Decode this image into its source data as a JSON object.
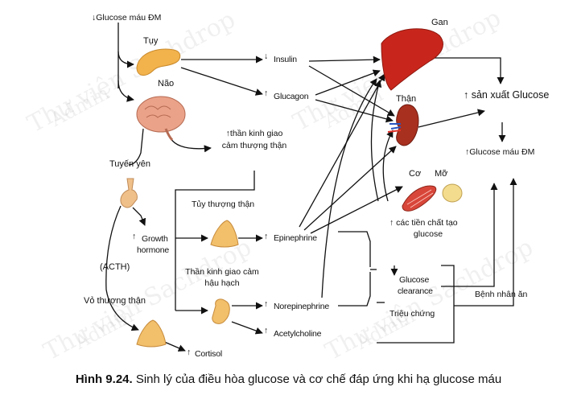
{
  "labels": {
    "glucose_dm_low": "↓Glucose máu ĐM",
    "tuy": "Tụy",
    "nao": "Não",
    "tuyen_yen": "Tuyến yên",
    "acth": "(ACTH)",
    "vo_thuong_than": "Vỏ thượng thận",
    "insulin": "Insulin",
    "glucagon": "Glucagon",
    "tkgc_line1": "↑thần kinh giao",
    "tkgc_line2": "cảm thượng thận",
    "tuy_thuong_than": "Tủy thượng thận",
    "growth_line1": "Growth",
    "growth_line2": "hormone",
    "epinephrine": "Epinephrine",
    "tkgc_hau_hach_line1": "Thần kinh giao cảm",
    "tkgc_hau_hach_line2": "hậu hạch",
    "norepinephrine": "Norepinephrine",
    "acetylcholine": "Acetylcholine",
    "cortisol": "Cortisol",
    "gan": "Gan",
    "than": "Thận",
    "co": "Cơ",
    "mo": "Mỡ",
    "san_xuat_glucose": "↑ sản xuất Glucose",
    "glucose_dm_high": "↑Glucose máu ĐM",
    "tien_chat_line1": "↑ các tiền chất tạo",
    "tien_chat_line2": "glucose",
    "clearance_line1": "Glucose",
    "clearance_line2": "clearance",
    "trieu_chung": "Triệu chứng",
    "benh_nhan_an": "Bệnh nhân ăn",
    "up_arrow": "↑",
    "down_arrow": "↓"
  },
  "caption": {
    "number": "Hình 9.24.",
    "text": " Sinh lý của điều hòa glucose và cơ chế đáp ứng khi hạ glucose máu"
  },
  "watermark": {
    "brand": "Thư viện Sachdrop",
    "role": "Admin"
  },
  "colors": {
    "liver": "#c8261c",
    "kidney": "#a8301e",
    "pancreas": "#f2b24c",
    "brain": "#eaa288",
    "pituitary": "#f0c08a",
    "gland": "#f2bf6a",
    "muscle": "#d8463a",
    "fat": "#f4dc8e"
  }
}
